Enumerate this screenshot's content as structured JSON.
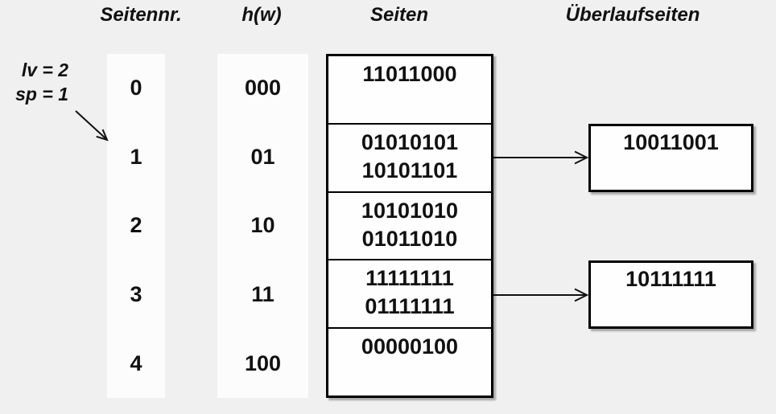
{
  "headers": {
    "seitennr": "Seitennr.",
    "hw": "h(w)",
    "seiten": "Seiten",
    "ueberlauf": "Überlaufseiten"
  },
  "annotation": {
    "line1": "lv = 2",
    "line2": "sp = 1"
  },
  "page_numbers": [
    "0",
    "1",
    "2",
    "3",
    "4"
  ],
  "hash_values": [
    "000",
    "01",
    "10",
    "11",
    "100"
  ],
  "pages": [
    {
      "lines": [
        "11011000",
        ""
      ]
    },
    {
      "lines": [
        "01010101",
        "10101101"
      ]
    },
    {
      "lines": [
        "10101010",
        "01011010"
      ]
    },
    {
      "lines": [
        "11111111",
        "01111111"
      ]
    },
    {
      "lines": [
        "00000100",
        ""
      ]
    }
  ],
  "overflow_pages": [
    {
      "value": "10011001",
      "linked_page": "1"
    },
    {
      "value": "10111111",
      "linked_page": "3"
    }
  ],
  "colors": {
    "background": "#f0f0f0",
    "strip": "#fcfcfc",
    "box": "#fefefe",
    "border": "#000000"
  }
}
